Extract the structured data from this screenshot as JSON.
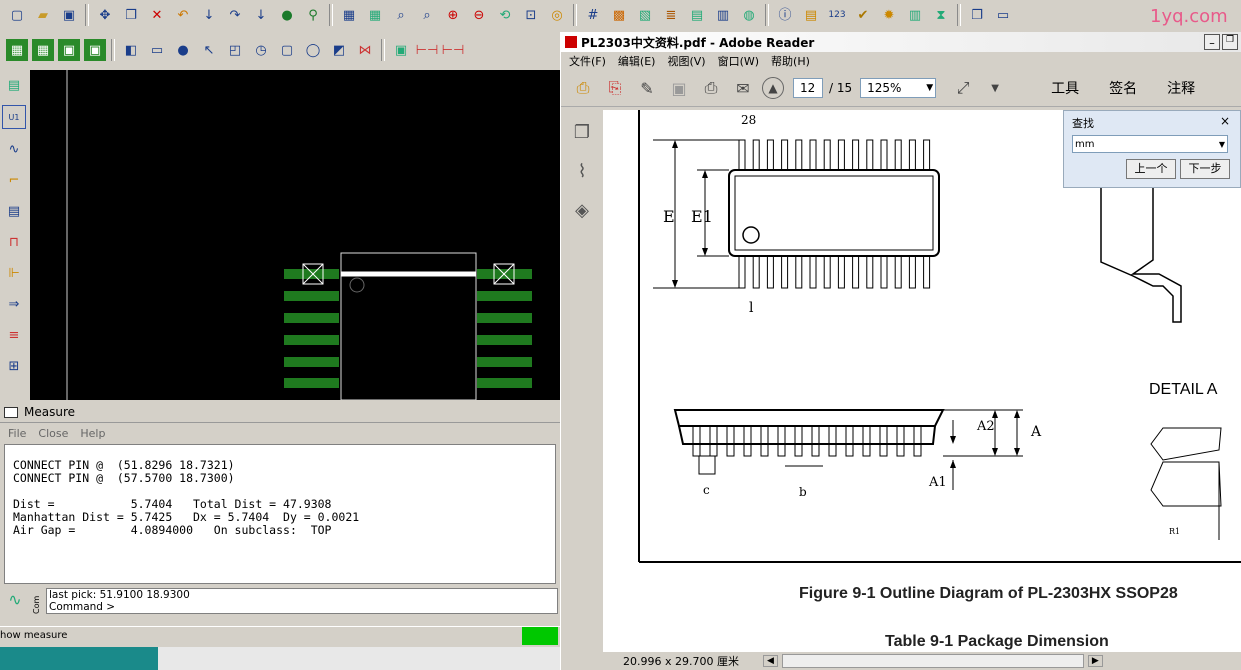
{
  "watermark": "1yq.com",
  "allegro": {
    "toolbar_row1": [
      "folder-icon",
      "folder-open-icon",
      "save-icon",
      "move-icon",
      "copy-icon",
      "delete-icon",
      "undo-icon",
      "down-arrow-icon",
      "redo-icon",
      "down-arrow-icon",
      "ratsnest-icon",
      "pin-icon",
      "grid-icon",
      "grid2-icon",
      "zoom-fit-icon",
      "zoom-window-icon",
      "zoom-in-icon",
      "zoom-out-icon",
      "zoom-prev-icon",
      "zoom-world-icon",
      "redraw-icon",
      "grid3-icon",
      "color-icon",
      "layers-icon",
      "library-icon",
      "spreadsheet-icon",
      "world-icon",
      "info-icon",
      "property-icon",
      "count-icon",
      "check-icon",
      "drc-icon",
      "report-icon",
      "hourglass-icon",
      "window-icon"
    ],
    "toolbar_row2": [
      "route-icon",
      "route2-icon",
      "via-icon",
      "shape-icon",
      "place-icon",
      "rect-icon",
      "circle-icon",
      "select-icon",
      "shape2-icon",
      "arc-icon",
      "square-icon",
      "circle2-icon",
      "polygon-icon",
      "dimension-icon",
      "film-icon",
      "measure-icon",
      "measure2-icon"
    ],
    "vtoolbar": [
      "place-comp-icon",
      "u1-icon",
      "route-icon",
      "slide-icon",
      "drc-icon",
      "wave-icon",
      "fanout-icon",
      "arrow-right-icon",
      "report-icon",
      "grid-icon"
    ],
    "measure": {
      "title": "Measure",
      "menu": [
        "File",
        "Close",
        "Help"
      ],
      "lines": [
        "CONNECT PIN @  (51.8296 18.7321)",
        "CONNECT PIN @  (57.5700 18.7300)",
        "",
        "Dist =           5.7404   Total Dist = 47.9308",
        "Manhattan Dist = 5.7425   Dx = 5.7404  Dy = 0.0021",
        "Air Gap =        4.0894000   On subclass:  TOP"
      ]
    },
    "command": {
      "label": "Com",
      "line1": "last pick:  51.9100 18.9300",
      "line2": "Command >"
    },
    "status": "how measure"
  },
  "adobe": {
    "title": "PL2303中文资料.pdf - Adobe Reader",
    "menu": [
      "文件(F)",
      "编辑(E)",
      "视图(V)",
      "窗口(W)",
      "帮助(H)"
    ],
    "page_current": "12",
    "page_total": "/ 15",
    "zoom": "125%",
    "tools": [
      "工具",
      "签名",
      "注释"
    ],
    "find": {
      "title": "查找",
      "value": "mm",
      "prev": "上一个",
      "next": "下一步"
    },
    "doc": {
      "pin_label": "28",
      "dim_E": "E",
      "dim_E1": "E1",
      "dim_l": "l",
      "dim_A": "A",
      "dim_A2": "A2",
      "dim_A1": "A1",
      "dim_c": "c",
      "dim_b": "b",
      "dim_R1": "R1",
      "detail": "DETAIL  A",
      "figure_caption": "Figure 9-1 Outline Diagram of PL-2303HX SSOP28",
      "table_caption": "Table 9-1 Package Dimension"
    },
    "page_size": "20.996 x 29.700 厘米"
  }
}
